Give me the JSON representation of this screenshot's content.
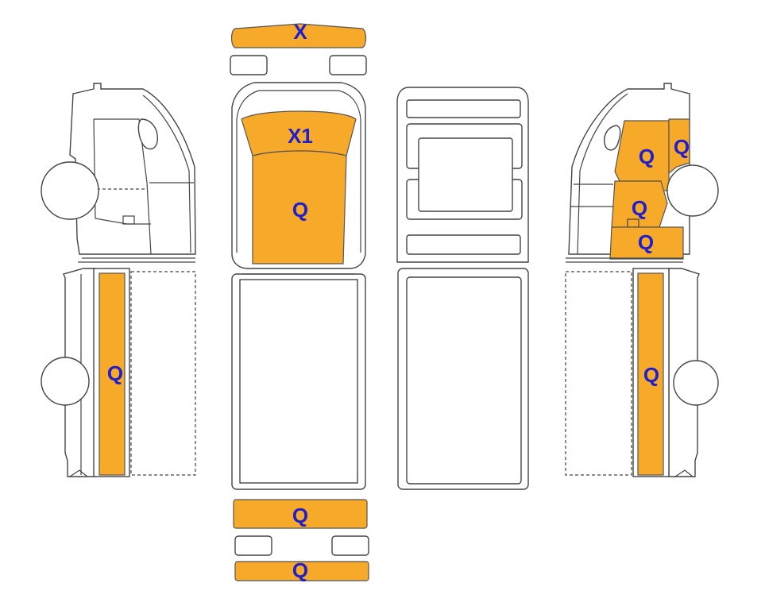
{
  "colors": {
    "highlight": "#F7A92A",
    "label": "#1F1FCC",
    "outline": "#444444"
  },
  "labels": {
    "front_bumper": "X",
    "windshield": "X1",
    "hood": "Q",
    "left_side_panel": "Q",
    "rear_upper_panel": "Q",
    "rear_lower_panel": "Q",
    "right_door_upper": "Q",
    "right_door_window": "Q",
    "right_door_middle": "Q",
    "right_door_lower": "Q",
    "right_side_panel": "Q"
  }
}
